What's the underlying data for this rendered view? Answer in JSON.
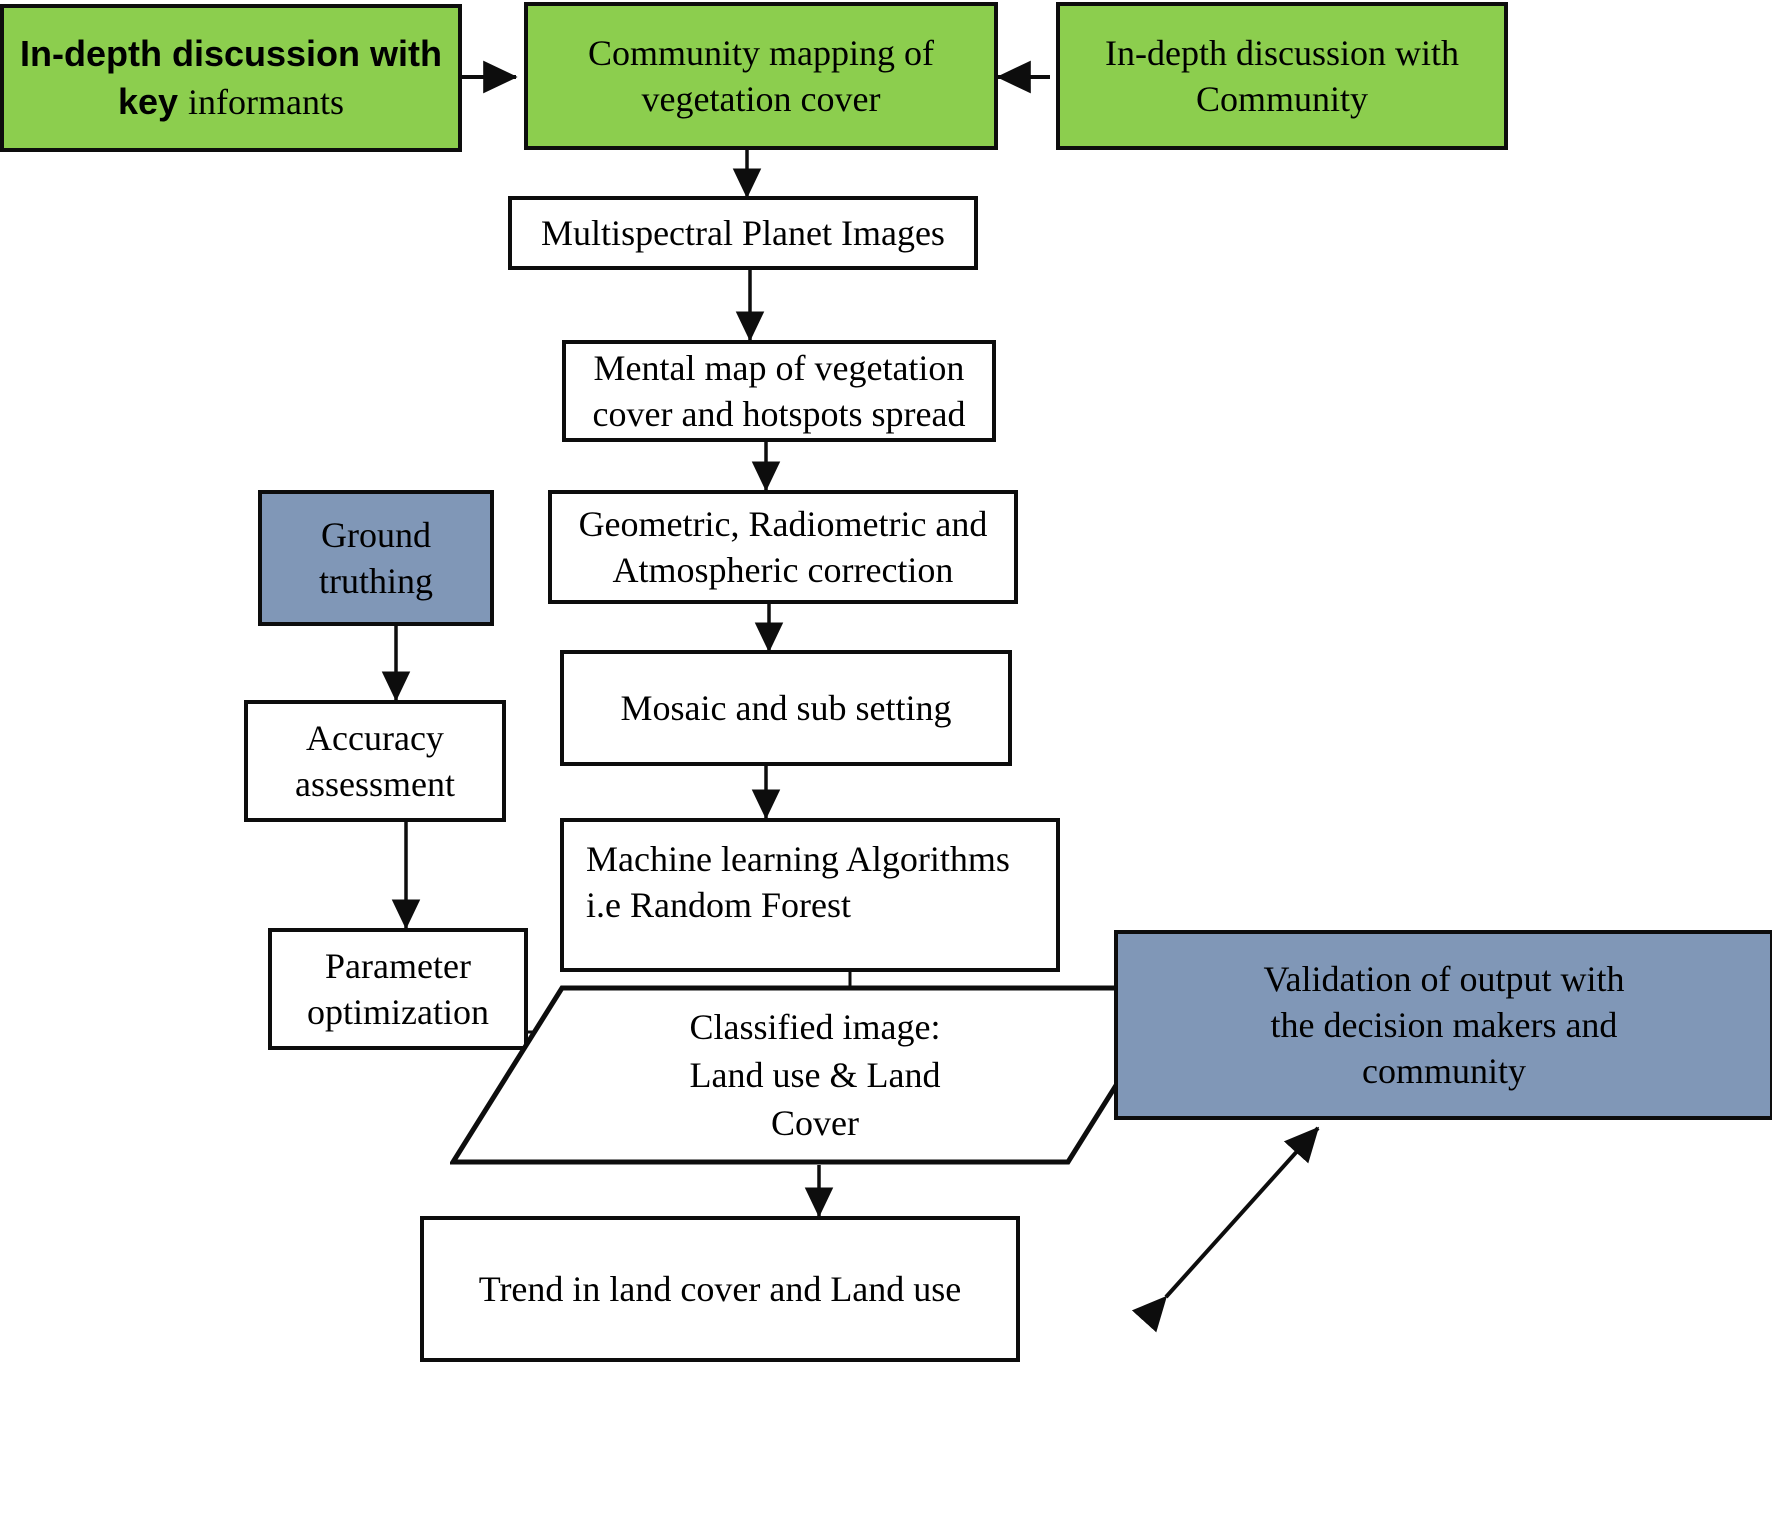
{
  "diagram": {
    "title": "Methodological flowchart for community mapping and land cover classification",
    "colors": {
      "green_fill": "#8cce4e",
      "slate_fill": "#8097b7",
      "white_fill": "#ffffff",
      "stroke": "#0d0d0d"
    },
    "nodes": [
      {
        "id": "key-informants",
        "label": "In-depth discussion with\nkey informants",
        "line1_bold": "In-depth discussion with",
        "line2_bold": "key ",
        "line2_serif": "informants",
        "shape": "rectangle",
        "fill": "#8cce4e"
      },
      {
        "id": "community-mapping",
        "label": "Community mapping of\nvegetation cover",
        "shape": "rectangle",
        "fill": "#8cce4e"
      },
      {
        "id": "community-discussion",
        "label": "In-depth discussion with\nCommunity",
        "shape": "rectangle",
        "fill": "#8cce4e"
      },
      {
        "id": "multispectral-planet-images",
        "label": "Multispectral Planet Images",
        "shape": "rectangle",
        "fill": "#ffffff"
      },
      {
        "id": "mental-map",
        "label": "Mental map of vegetation\ncover and hotspots spread",
        "shape": "rectangle",
        "fill": "#ffffff"
      },
      {
        "id": "ground-truthing",
        "label": "Ground\ntruthing",
        "shape": "rectangle",
        "fill": "#8097b7"
      },
      {
        "id": "corrections",
        "label": "Geometric, Radiometric and\nAtmospheric correction",
        "shape": "rectangle",
        "fill": "#ffffff"
      },
      {
        "id": "accuracy-assessment",
        "label": "Accuracy\nassessment",
        "shape": "rectangle",
        "fill": "#ffffff"
      },
      {
        "id": "mosaic-sub-setting",
        "label": "Mosaic and sub setting",
        "shape": "rectangle",
        "fill": "#ffffff"
      },
      {
        "id": "machine-learning",
        "label": "Machine learning Algorithms\ni.e Random Forest",
        "shape": "rectangle",
        "fill": "#ffffff"
      },
      {
        "id": "parameter-optimization",
        "label": "Parameter\noptimization",
        "shape": "rectangle",
        "fill": "#ffffff"
      },
      {
        "id": "classified-image",
        "label": "Classified image:\nLand use & Land\nCover",
        "shape": "parallelogram",
        "fill": "#ffffff"
      },
      {
        "id": "validation",
        "label": "Validation of output with\nthe decision makers and\ncommunity",
        "shape": "rectangle",
        "fill": "#8097b7"
      },
      {
        "id": "trend",
        "label": "Trend in land cover and Land use",
        "shape": "rectangle",
        "fill": "#ffffff"
      }
    ],
    "edges": [
      {
        "from": "key-informants",
        "to": "community-mapping",
        "kind": "arrow"
      },
      {
        "from": "community-discussion",
        "to": "community-mapping",
        "kind": "arrow"
      },
      {
        "from": "community-mapping",
        "to": "multispectral-planet-images",
        "kind": "arrow"
      },
      {
        "from": "multispectral-planet-images",
        "to": "mental-map",
        "kind": "arrow"
      },
      {
        "from": "mental-map",
        "to": "corrections",
        "kind": "arrow"
      },
      {
        "from": "corrections",
        "to": "mosaic-sub-setting",
        "kind": "arrow"
      },
      {
        "from": "mosaic-sub-setting",
        "to": "machine-learning",
        "kind": "arrow"
      },
      {
        "from": "ground-truthing",
        "to": "accuracy-assessment",
        "kind": "arrow"
      },
      {
        "from": "accuracy-assessment",
        "to": "parameter-optimization",
        "kind": "arrow"
      },
      {
        "from": "parameter-optimization",
        "to": "classified-image",
        "kind": "arrow"
      },
      {
        "from": "machine-learning",
        "to": "classified-image",
        "kind": "arrow"
      },
      {
        "from": "classified-image",
        "to": "trend",
        "kind": "arrow"
      },
      {
        "from": "trend",
        "to": "validation",
        "kind": "double-arrow"
      }
    ]
  }
}
